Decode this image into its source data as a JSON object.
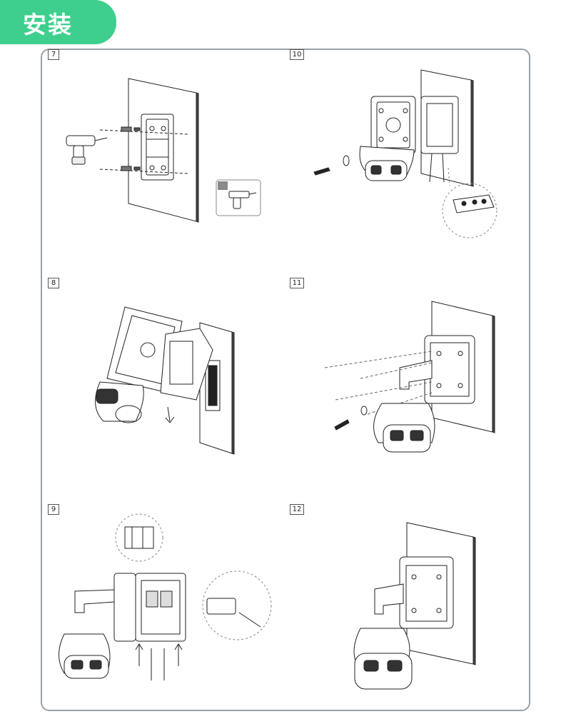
{
  "header": {
    "title": "安装"
  },
  "steps": [
    {
      "number": "7"
    },
    {
      "number": "10"
    },
    {
      "number": "8"
    },
    {
      "number": "11"
    },
    {
      "number": "9"
    },
    {
      "number": "12"
    }
  ],
  "colors": {
    "accent": "#3ecf8e",
    "frame": "#9aa0a6",
    "line": "#222222"
  }
}
